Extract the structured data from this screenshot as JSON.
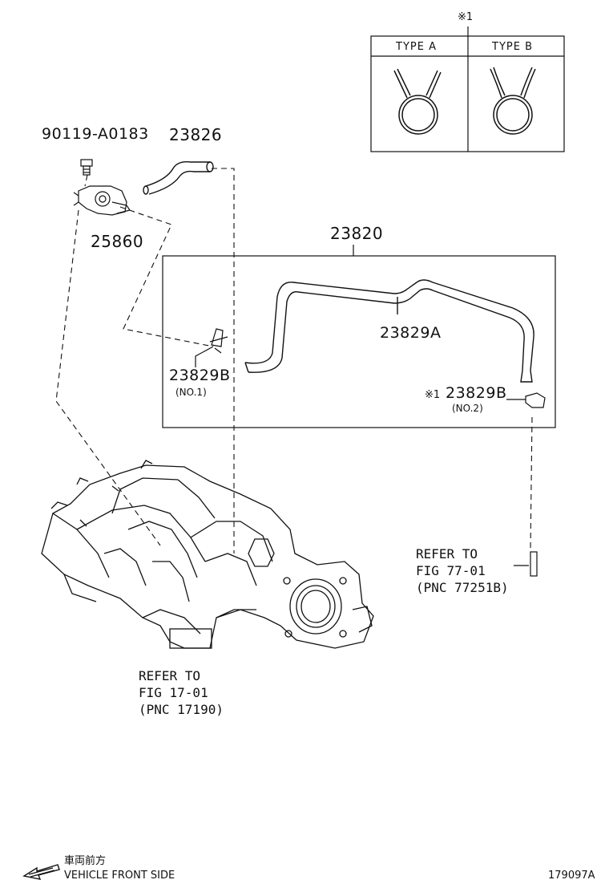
{
  "note_mark": "※1",
  "type_table": {
    "type_a": "TYPE A",
    "type_b": "TYPE B"
  },
  "parts": {
    "bolt": "90119-A0183",
    "hose_upper": "23826",
    "valve": "25860",
    "hose_assy": "23820",
    "hose_a": "23829A",
    "clip_no1": "23829B",
    "clip_no1_sub": "(NO.1)",
    "clip_no2_mark": "※1",
    "clip_no2": "23829B",
    "clip_no2_sub": "(NO.2)"
  },
  "refs": {
    "fig77": [
      "REFER TO",
      "FIG 77-01",
      "(PNC 77251B)"
    ],
    "fig17": [
      "REFER TO",
      "FIG 17-01",
      "(PNC 17190)"
    ]
  },
  "footer": {
    "jp": "車両前方",
    "en": "VEHICLE FRONT SIDE",
    "code": "179097A"
  }
}
